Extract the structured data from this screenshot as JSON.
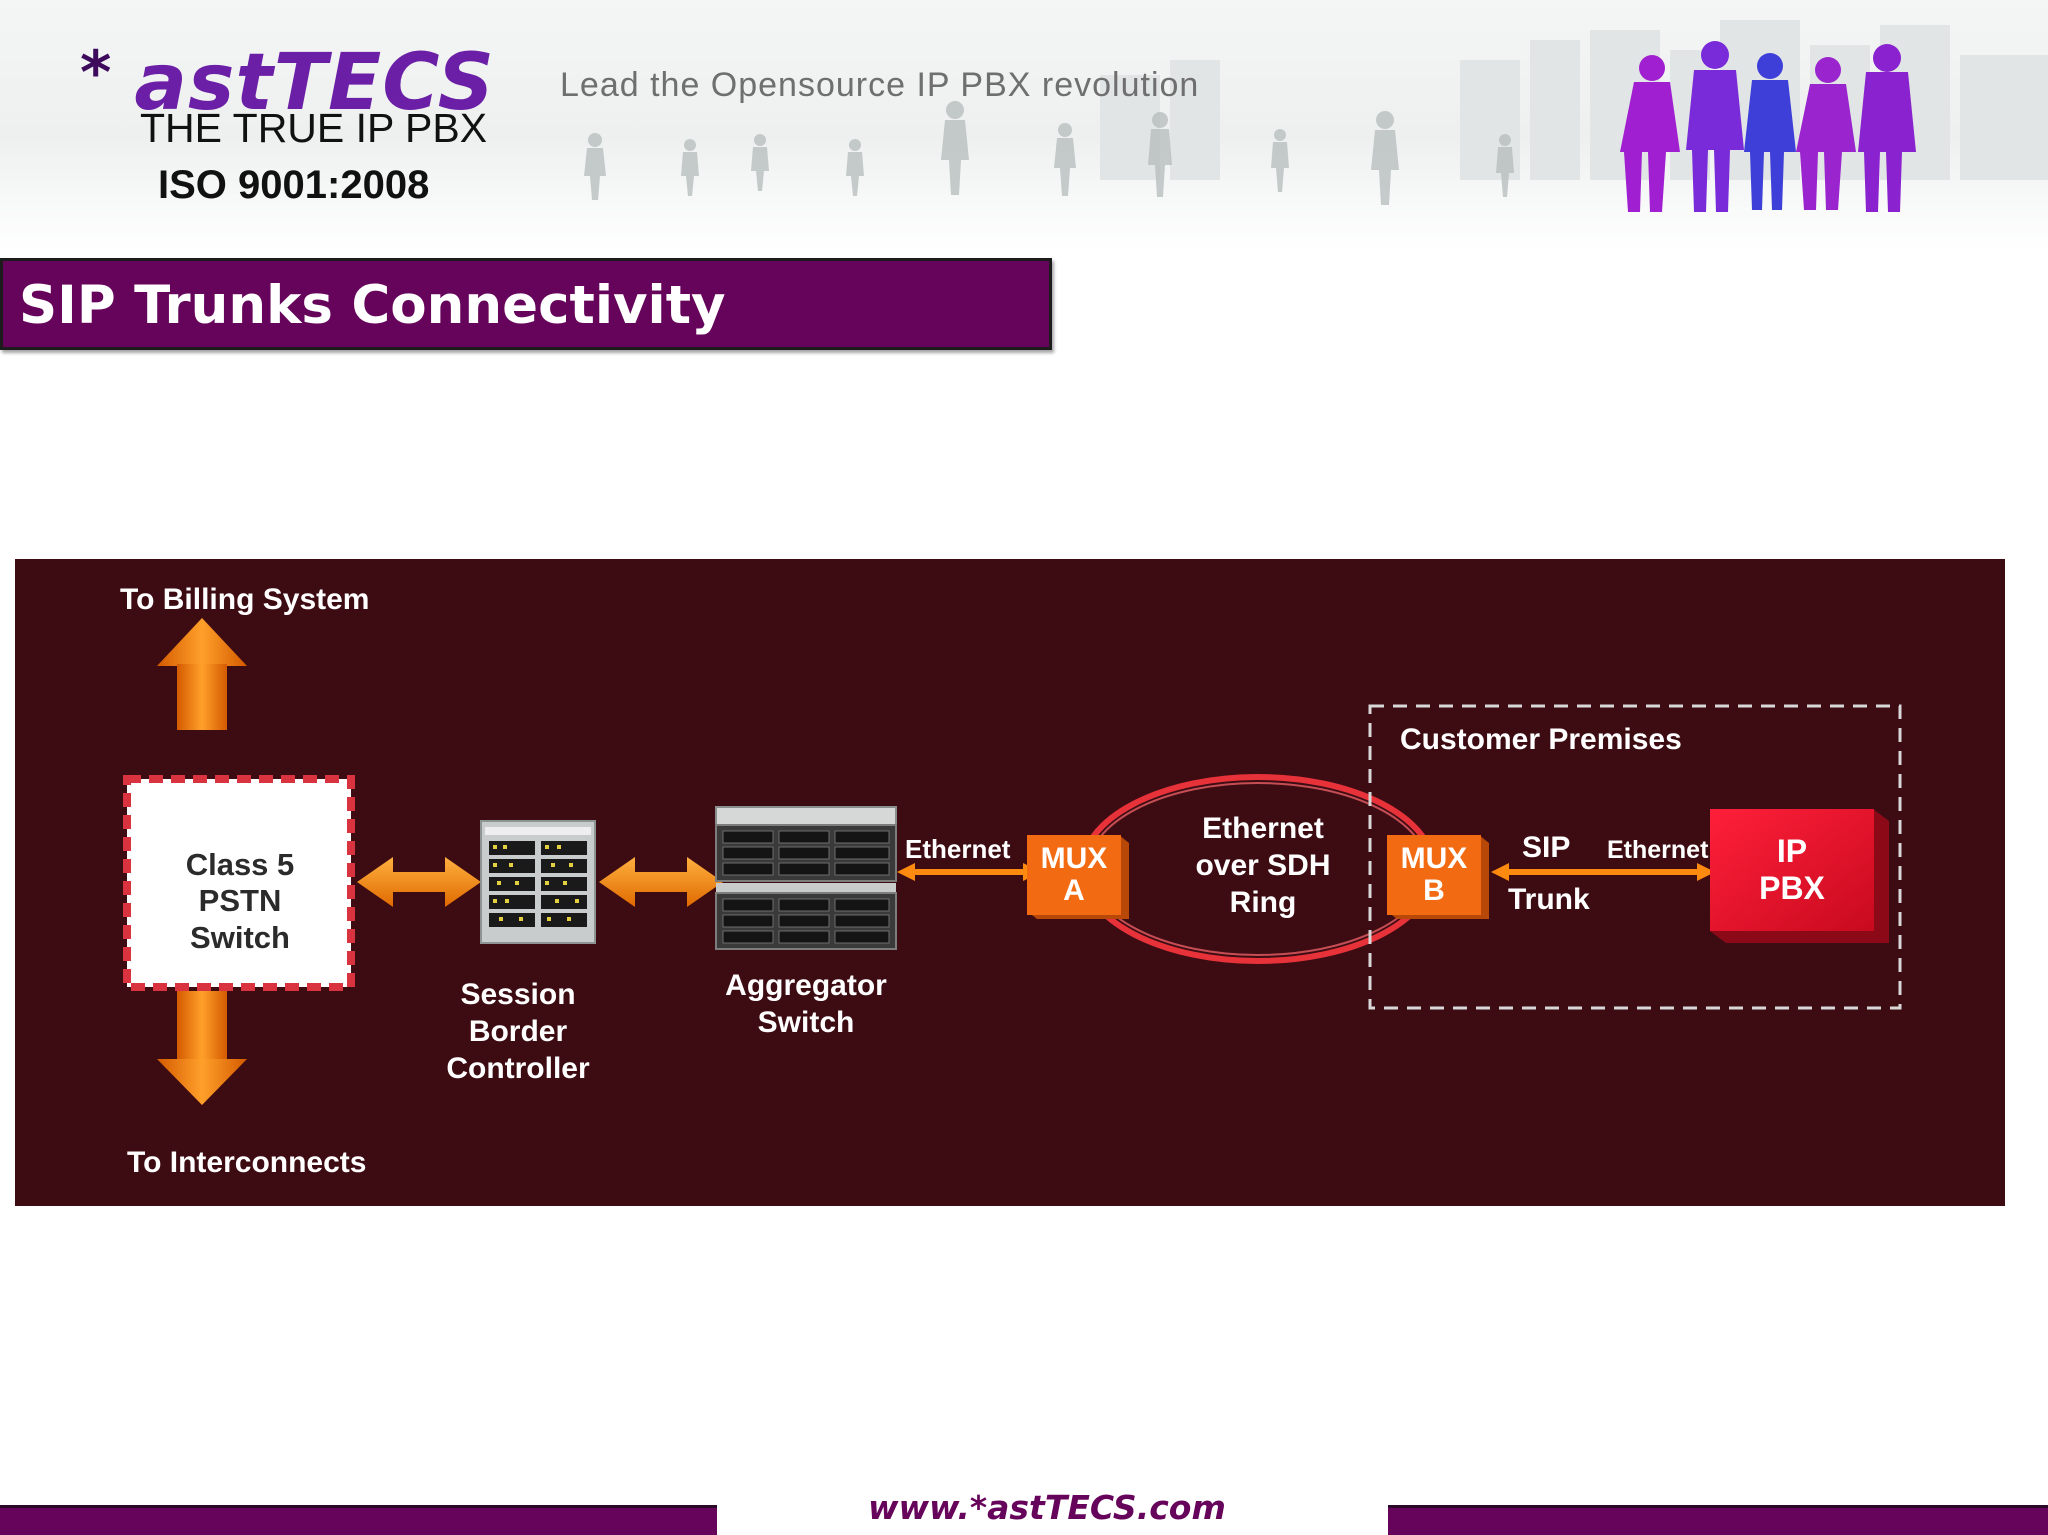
{
  "header": {
    "logo_star": "*",
    "logo_text": "astTECS",
    "tagline": "Lead the Opensource IP PBX revolution",
    "subtitle_line1": "THE TRUE IP PBX",
    "subtitle_line2": "ISO 9001:2008"
  },
  "slide": {
    "title": "SIP Trunks Connectivity"
  },
  "diagram": {
    "labels": {
      "to_billing": "To Billing System",
      "to_interconnects": "To Interconnects",
      "class5_line1": "Class 5",
      "class5_line2": "PSTN",
      "class5_line3": "Switch",
      "sbc_line1": "Session",
      "sbc_line2": "Border",
      "sbc_line3": "Controller",
      "agg_line1": "Aggregator",
      "agg_line2": "Switch",
      "ethernet_left": "Ethernet",
      "mux_a_line1": "MUX",
      "mux_a_line2": "A",
      "ring_line1": "Ethernet",
      "ring_line2": "over SDH",
      "ring_line3": "Ring",
      "customer_premises": "Customer Premises",
      "mux_b_line1": "MUX",
      "mux_b_line2": "B",
      "sip": "SIP",
      "trunk": "Trunk",
      "ethernet_right": "Ethernet",
      "ippbx_line1": "IP",
      "ippbx_line2": "PBX"
    },
    "colors": {
      "background": "#3d0c13",
      "arrow_orange": "#ff8a10",
      "mux_orange": "#f26a12",
      "ring_red": "#e8323a",
      "ippbx_red": "#e8102a"
    }
  },
  "footer": {
    "url": "www.*astTECS.com"
  }
}
